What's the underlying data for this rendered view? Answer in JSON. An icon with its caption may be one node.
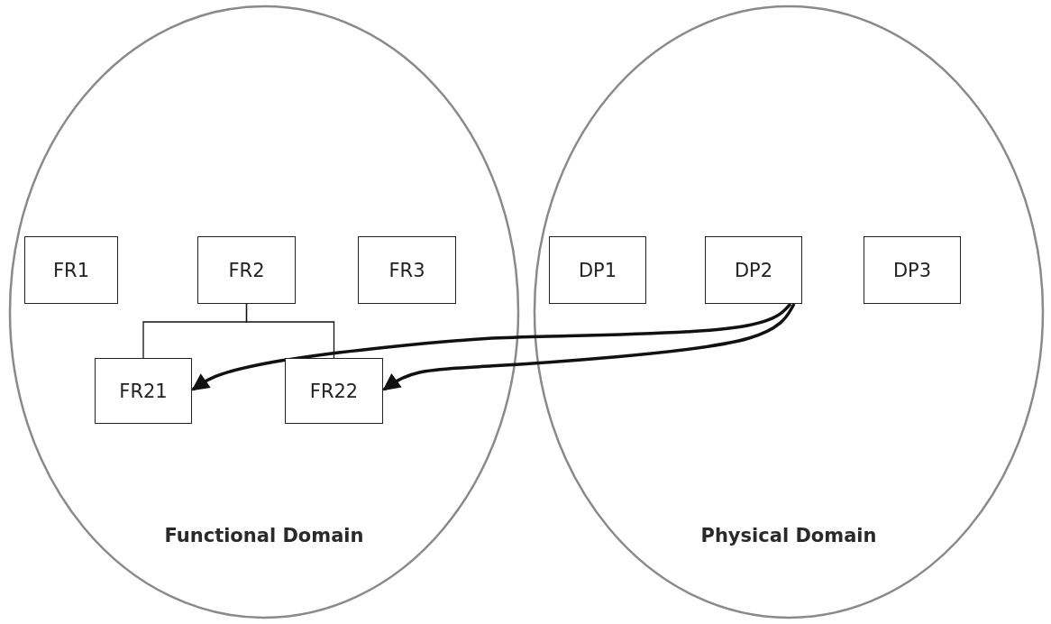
{
  "diagram": {
    "nodes": [
      {
        "text": [
          "Functional Domain"
        ]
      },
      {
        "text": [
          "FR1"
        ],
        "in": 0
      },
      {
        "text": [
          "FR2"
        ],
        "in": 0
      },
      {
        "text": [
          "FR3"
        ],
        "in": 0
      },
      {
        "text": [
          "FR21"
        ],
        "in": 0
      },
      {
        "text": [
          "FR22"
        ],
        "in": 0
      },
      {
        "text": [
          "Physical Domain"
        ]
      },
      {
        "text": [
          "DP1"
        ],
        "in": 6
      },
      {
        "text": [
          "DP2"
        ],
        "in": 6
      },
      {
        "text": [
          "DP3"
        ],
        "in": 6
      }
    ],
    "edges": [
      {
        "from": 2,
        "to": 4,
        "arrow": "none"
      },
      {
        "from": 2,
        "to": 5,
        "arrow": "none"
      },
      {
        "from": 8,
        "to": 4,
        "arrow": "to",
        "style": "thick"
      },
      {
        "from": 8,
        "to": 5,
        "arrow": "to",
        "style": "thick"
      }
    ]
  }
}
